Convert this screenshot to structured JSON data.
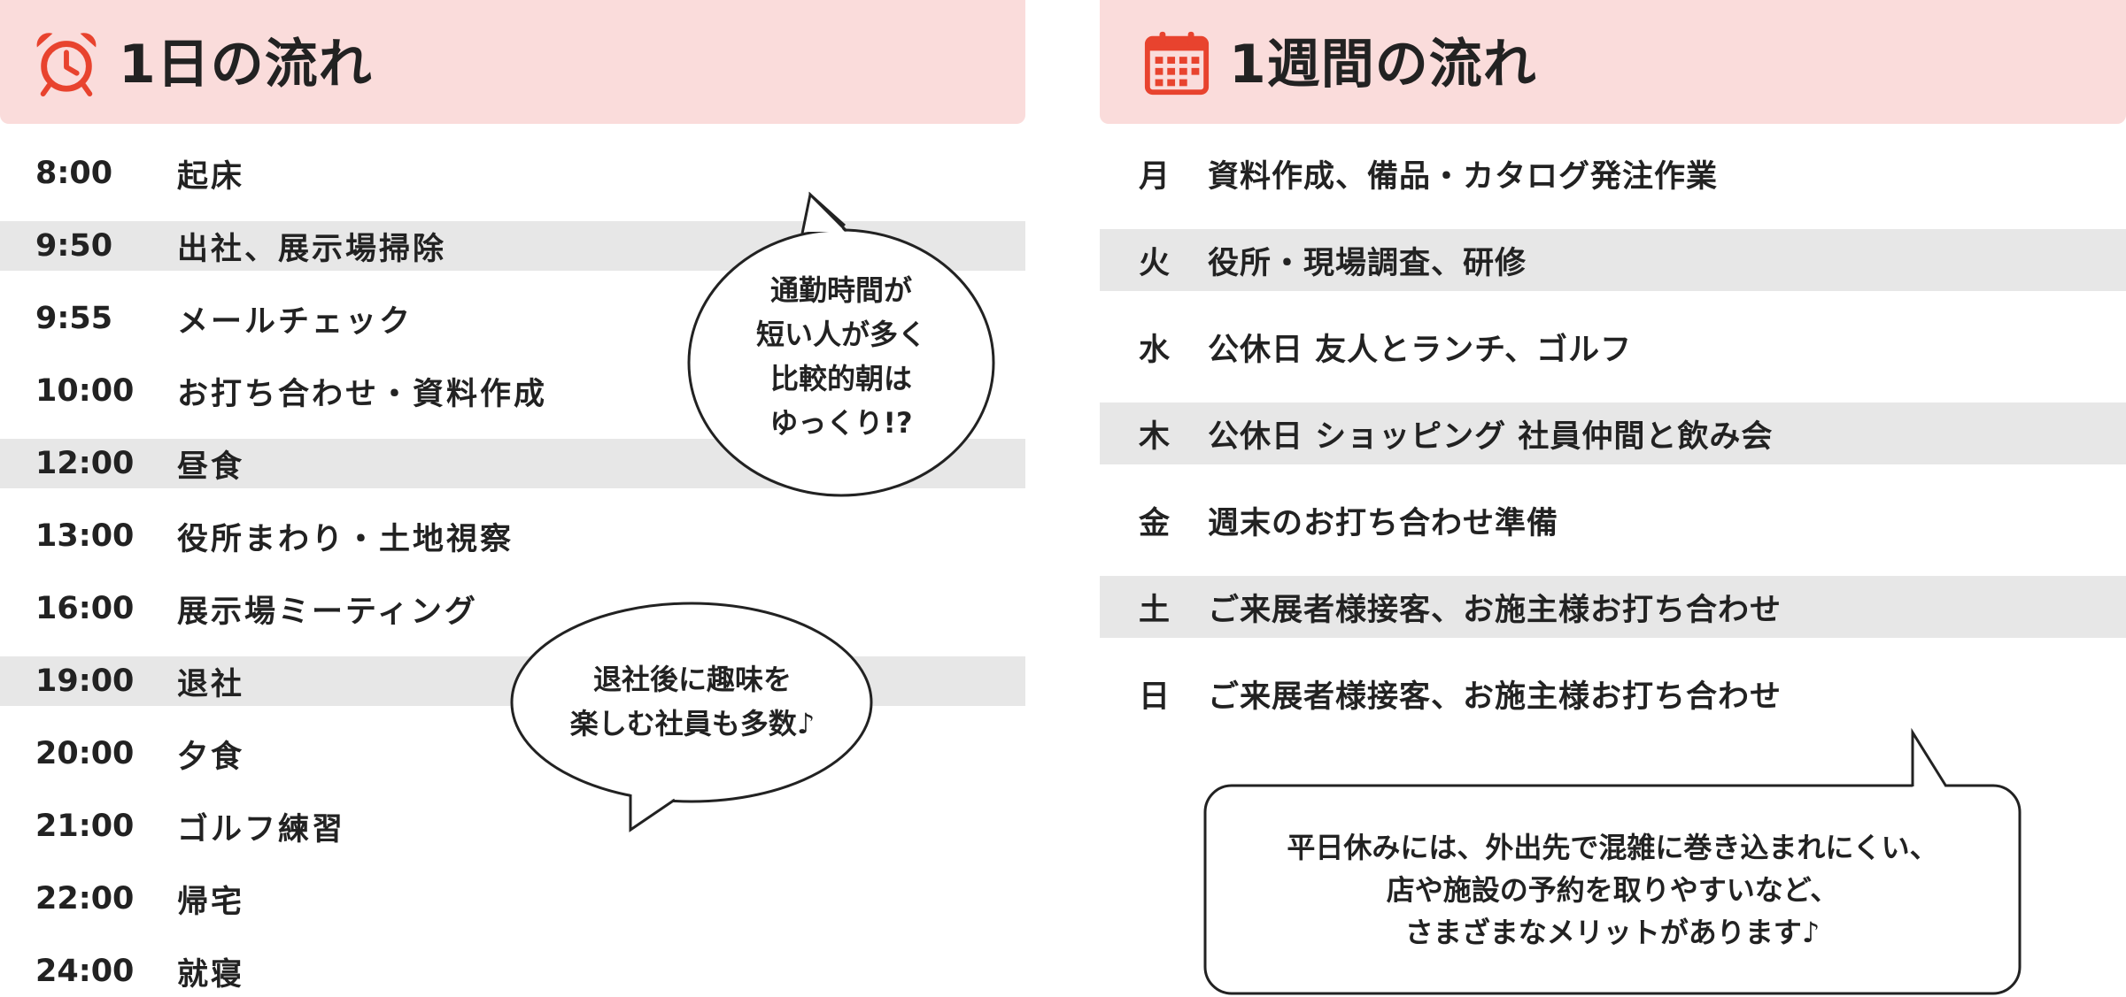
{
  "day": {
    "title": "1日の流れ",
    "icon": "alarm-clock-icon",
    "accent": "#e8432e",
    "header_bg": "#fadcdb",
    "schedule": [
      {
        "time": "8:00",
        "activity": "起床",
        "shaded": false
      },
      {
        "time": "9:50",
        "activity": "出社、展示場掃除",
        "shaded": true
      },
      {
        "time": "9:55",
        "activity": "メールチェック",
        "shaded": false
      },
      {
        "time": "10:00",
        "activity": "お打ち合わせ・資料作成",
        "shaded": false
      },
      {
        "time": "12:00",
        "activity": "昼食",
        "shaded": true
      },
      {
        "time": "13:00",
        "activity": "役所まわり・土地視察",
        "shaded": false
      },
      {
        "time": "16:00",
        "activity": "展示場ミーティング",
        "shaded": false
      },
      {
        "time": "19:00",
        "activity": "退社",
        "shaded": true
      },
      {
        "time": "20:00",
        "activity": "夕食",
        "shaded": false
      },
      {
        "time": "21:00",
        "activity": "ゴルフ練習",
        "shaded": false
      },
      {
        "time": "22:00",
        "activity": "帰宅",
        "shaded": false
      },
      {
        "time": "24:00",
        "activity": "就寝",
        "shaded": false
      }
    ],
    "bubble1": [
      "通勤時間が",
      "短い人が多く",
      "比較的朝は",
      "ゆっくり!?"
    ],
    "bubble2": [
      "退社後に趣味を",
      "楽しむ社員も多数♪"
    ]
  },
  "week": {
    "title": "1週間の流れ",
    "icon": "calendar-icon",
    "schedule": [
      {
        "day": "月",
        "activity": "資料作成、備品・カタログ発注作業",
        "shaded": false
      },
      {
        "day": "火",
        "activity": "役所・現場調査、研修",
        "shaded": true
      },
      {
        "day": "水",
        "activity": "公休日 友人とランチ、ゴルフ",
        "shaded": false
      },
      {
        "day": "木",
        "activity": "公休日 ショッピング 社員仲間と飲み会",
        "shaded": true
      },
      {
        "day": "金",
        "activity": "週末のお打ち合わせ準備",
        "shaded": false
      },
      {
        "day": "土",
        "activity": "ご来展者様接客、お施主様お打ち合わせ",
        "shaded": true
      },
      {
        "day": "日",
        "activity": "ご来展者様接客、お施主様お打ち合わせ",
        "shaded": false
      }
    ],
    "note": [
      "平日休みには、外出先で混雑に巻き込まれにくい、",
      "店や施設の予約を取りやすいなど、",
      "さまざまなメリットがあります♪"
    ]
  }
}
